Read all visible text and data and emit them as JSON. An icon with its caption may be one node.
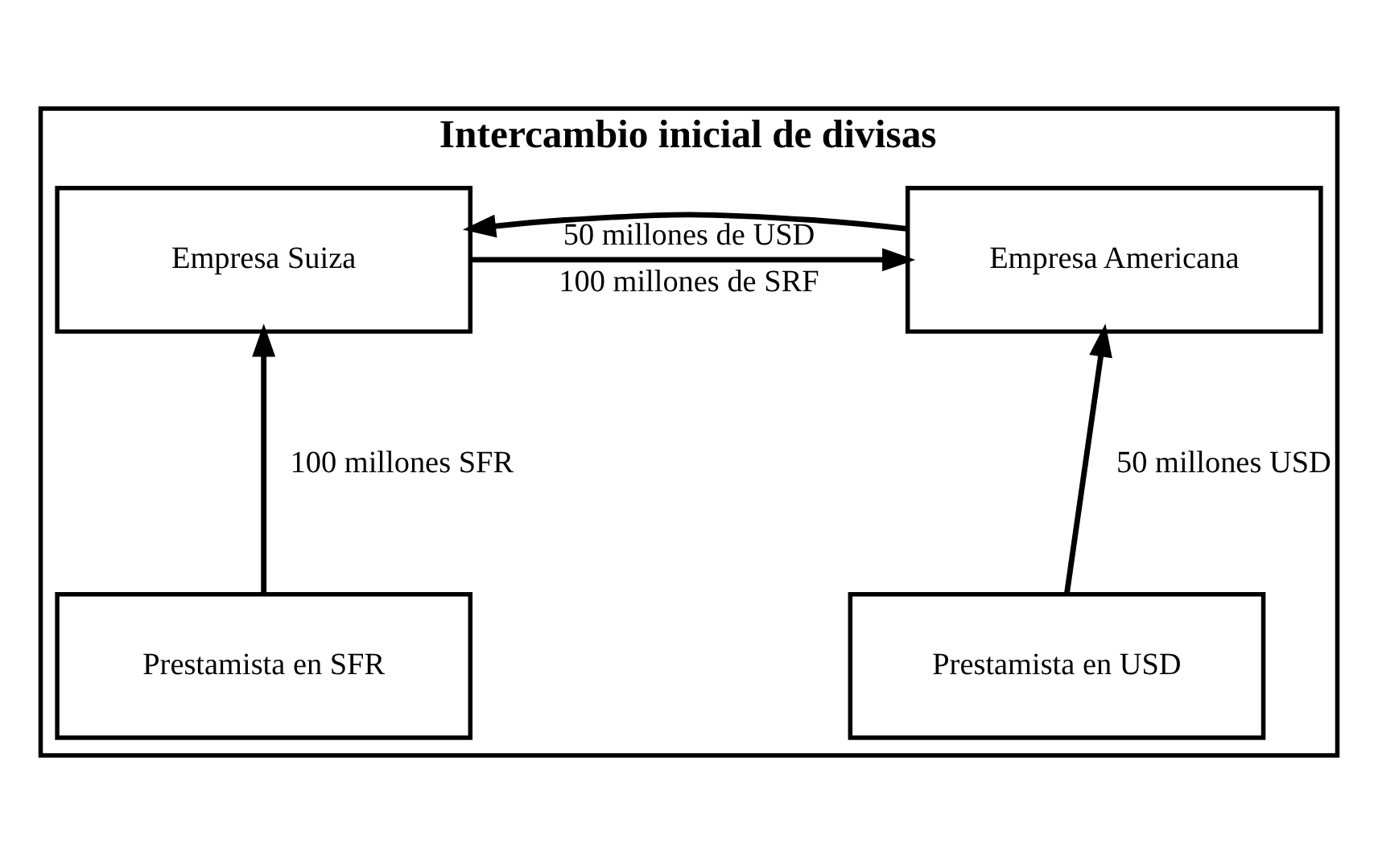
{
  "diagram": {
    "nodes": [
      {
        "text": [
          "Intercambio inicial de divisas"
        ]
      },
      {
        "text": [
          "Empresa Suiza"
        ],
        "in": 0
      },
      {
        "text": [
          "Empresa Americana"
        ],
        "in": 0
      },
      {
        "text": [
          "Prestamista en SFR"
        ],
        "in": 0
      },
      {
        "text": [
          "Prestamista en USD"
        ],
        "in": 0
      }
    ],
    "edges": [
      {
        "from": 1,
        "to": 2,
        "arrow": "to",
        "label": "100 millones de SRF"
      },
      {
        "from": 2,
        "to": 1,
        "arrow": "to",
        "label": "50 millones de USD"
      },
      {
        "from": 3,
        "to": 1,
        "arrow": "to",
        "label": "100 millones SFR"
      },
      {
        "from": 4,
        "to": 2,
        "arrow": "to",
        "label": "50 millones USD"
      }
    ]
  }
}
